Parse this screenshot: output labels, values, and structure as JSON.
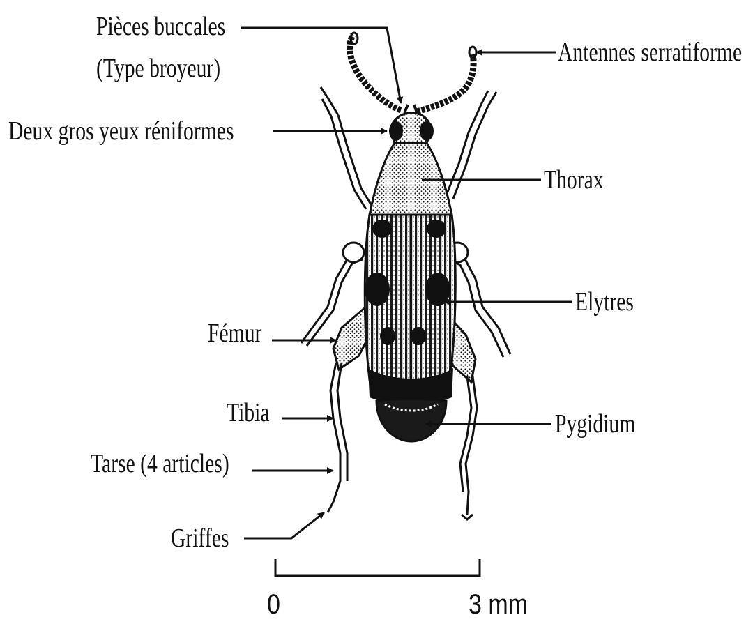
{
  "labels": {
    "pieces_buccales": "Pièces buccales",
    "type_broyeur": "(Type broyeur)",
    "antennes": "Antennes serratiforme",
    "yeux": "Deux gros yeux réniformes",
    "thorax": "Thorax",
    "elytres": "Elytres",
    "femur": "Fémur",
    "tibia": "Tibia",
    "tarse": "Tarse (4 articles)",
    "pygidium": "Pygidium",
    "griffes": "Griffes"
  },
  "scale": {
    "start": "0",
    "end": "3 mm"
  },
  "colors": {
    "ink": "#111111",
    "background": "#ffffff"
  }
}
